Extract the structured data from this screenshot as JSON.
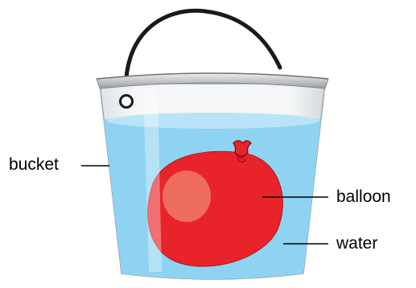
{
  "labels": {
    "bucket": "bucket",
    "balloon": "balloon",
    "water": "water"
  },
  "colors": {
    "water": "#8fd3f2",
    "water_surface": "#b9e4f7",
    "balloon": "#e8242a",
    "balloon_highlight": "#f07a68",
    "bucket_rim": "#c4c6c9",
    "bucket_handle": "#1a1a1a",
    "leader_line": "#000000"
  }
}
